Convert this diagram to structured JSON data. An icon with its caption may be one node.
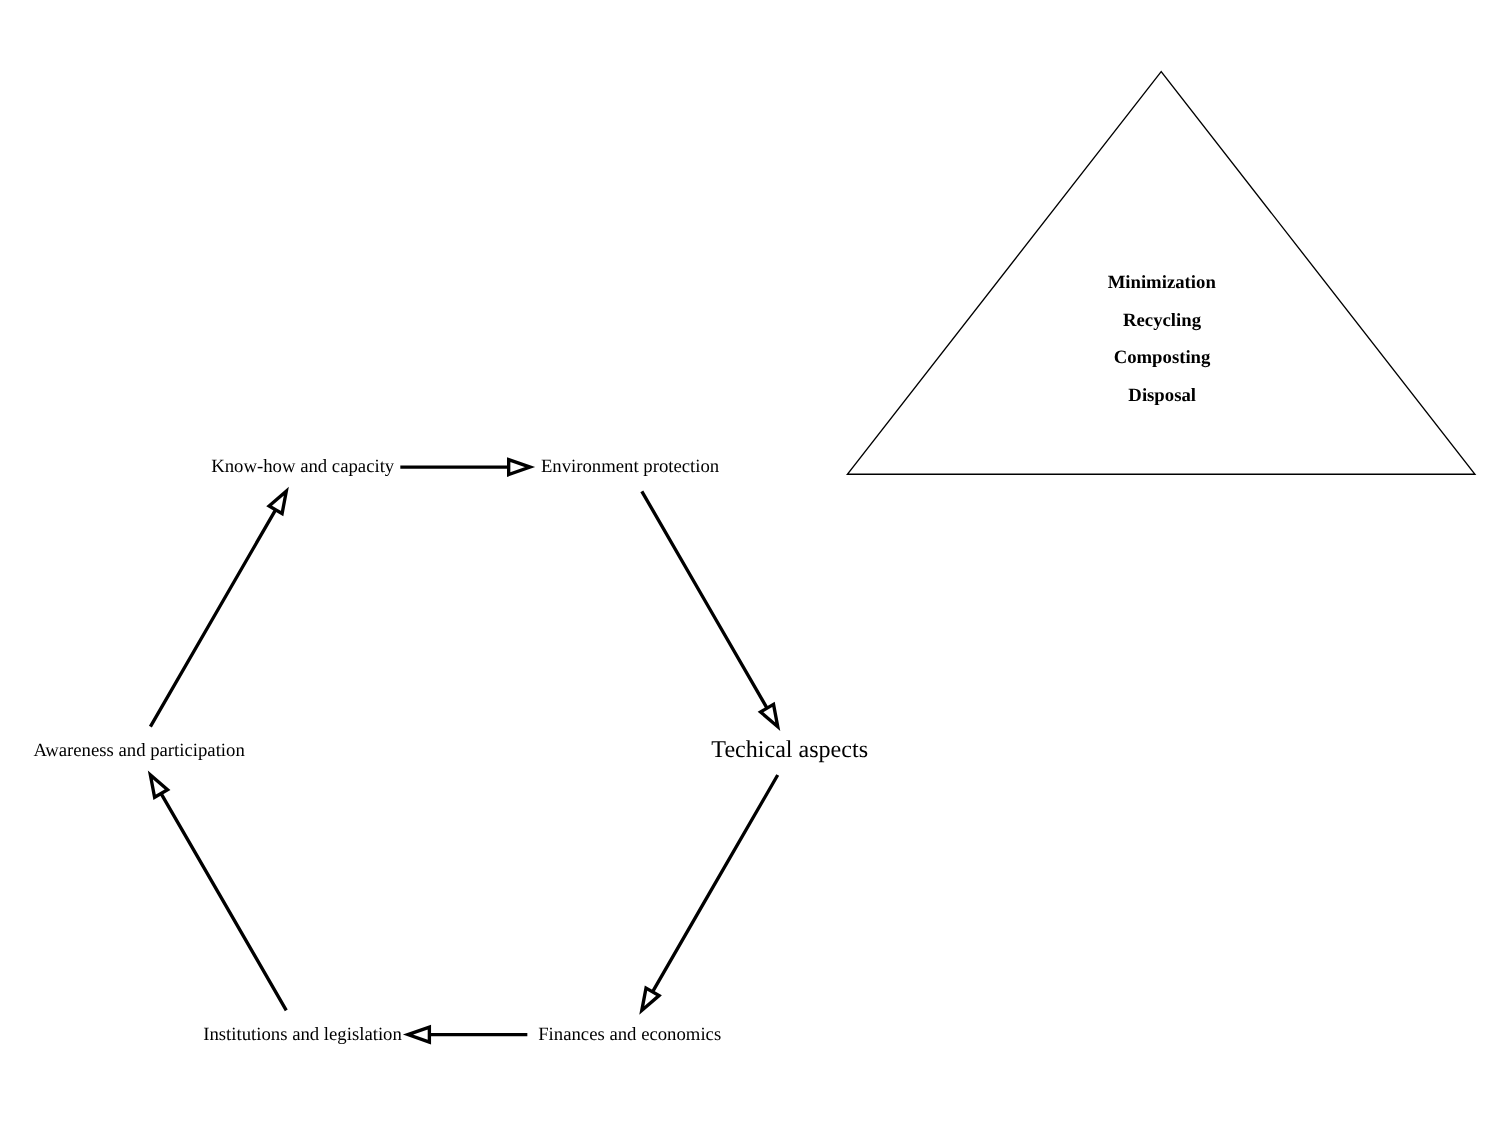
{
  "diagram": {
    "nodes": [
      {
        "text": [
          "Finances and economics"
        ]
      },
      {
        "text": [
          "Institutions and legislation"
        ]
      },
      {
        "text": [
          "Awareness and participation"
        ]
      },
      {
        "text": [
          "Techical aspects"
        ]
      },
      {
        "text": [
          "Know-how and capacity"
        ]
      },
      {
        "text": [
          "Environment protection"
        ]
      },
      {
        "text": [
          "Minimization",
          "Recycling",
          "Composting",
          "Disposal"
        ]
      }
    ],
    "edges": [
      {
        "from": 0,
        "to": 1,
        "arrow": "to"
      },
      {
        "from": 1,
        "to": 2,
        "arrow": "to"
      },
      {
        "from": 2,
        "to": 4,
        "arrow": "to"
      },
      {
        "from": 4,
        "to": 5,
        "arrow": "to"
      },
      {
        "from": 5,
        "to": 3,
        "arrow": "to"
      },
      {
        "from": 3,
        "to": 0,
        "arrow": "to"
      }
    ]
  }
}
